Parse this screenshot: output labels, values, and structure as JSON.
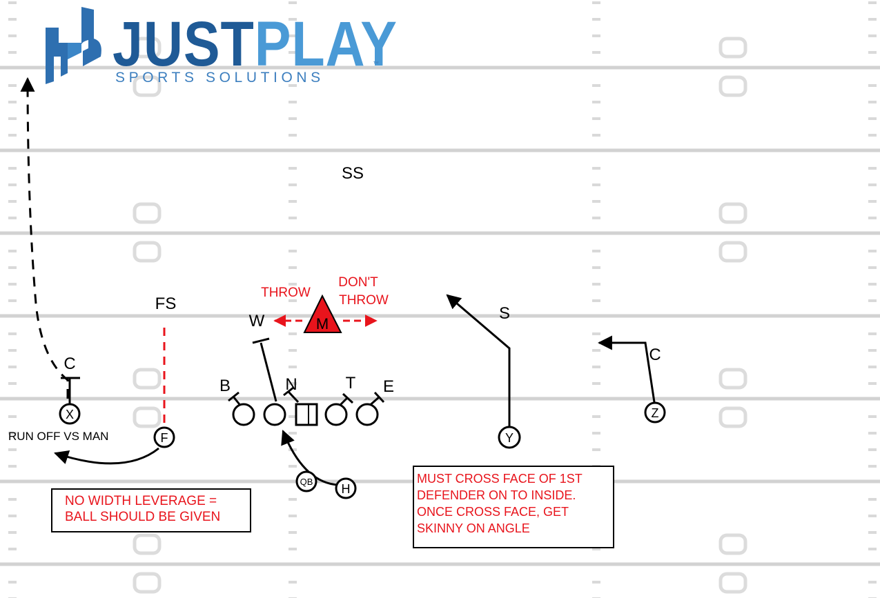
{
  "logo": {
    "word1": "JUST",
    "word2": "PLAY",
    "tagline": "SPORTS SOLUTIONS",
    "tm": "™",
    "color_dark": "#1f5a96",
    "color_light": "#4a9ad6"
  },
  "defense": {
    "strong_safety": "SS",
    "free_safety": "FS",
    "will": "W",
    "mike": "M",
    "sam": "S",
    "corner_left": "C",
    "corner_right": "C",
    "bandit": "B",
    "nose": "N",
    "tackle": "T",
    "end": "E"
  },
  "offense": {
    "x": "X",
    "f": "F",
    "y": "Y",
    "z": "Z",
    "qb": "QB",
    "h": "H"
  },
  "annotations": {
    "throw": "THROW",
    "dont_throw_1": "DON'T",
    "dont_throw_2": "THROW",
    "run_off": "RUN OFF VS MAN",
    "note_left": "NO WIDTH LEVERAGE =\nBALL SHOULD BE GIVEN",
    "note_right": "MUST CROSS FACE OF 1ST\nDEFENDER ON TO INSIDE.\nONCE CROSS FACE, GET\nSKINNY ON ANGLE"
  },
  "colors": {
    "annotation_red": "#e8141c",
    "field_line": "#d2d2d2",
    "hash": "#d9d9d9",
    "number_outline": "#d6d6d6"
  }
}
